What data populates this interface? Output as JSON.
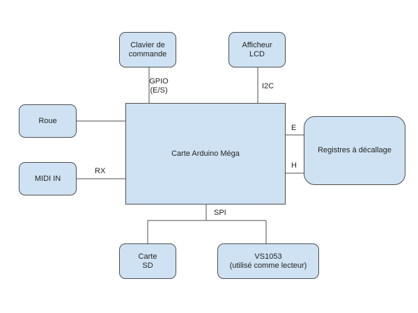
{
  "nodes": {
    "keyboard": {
      "line1": "Clavier de",
      "line2": "commande"
    },
    "lcd": {
      "line1": "Afficheur",
      "line2": "LCD"
    },
    "wheel": {
      "label": "Roue"
    },
    "midi_in": {
      "label": "MIDI IN"
    },
    "arduino": {
      "label": "Carte Arduino Méga"
    },
    "registers": {
      "label": "Registres à décallage"
    },
    "sd_card": {
      "line1": "Carte",
      "line2": "SD"
    },
    "vs1053": {
      "line1": "VS1053",
      "line2": "(utilisé comme lecteur)"
    }
  },
  "connections": {
    "gpio": {
      "line1": "GPIO",
      "line2": "(E/S)"
    },
    "i2c": "I2C",
    "rx": "RX",
    "e": "E",
    "h": "H",
    "spi": "SPI"
  }
}
